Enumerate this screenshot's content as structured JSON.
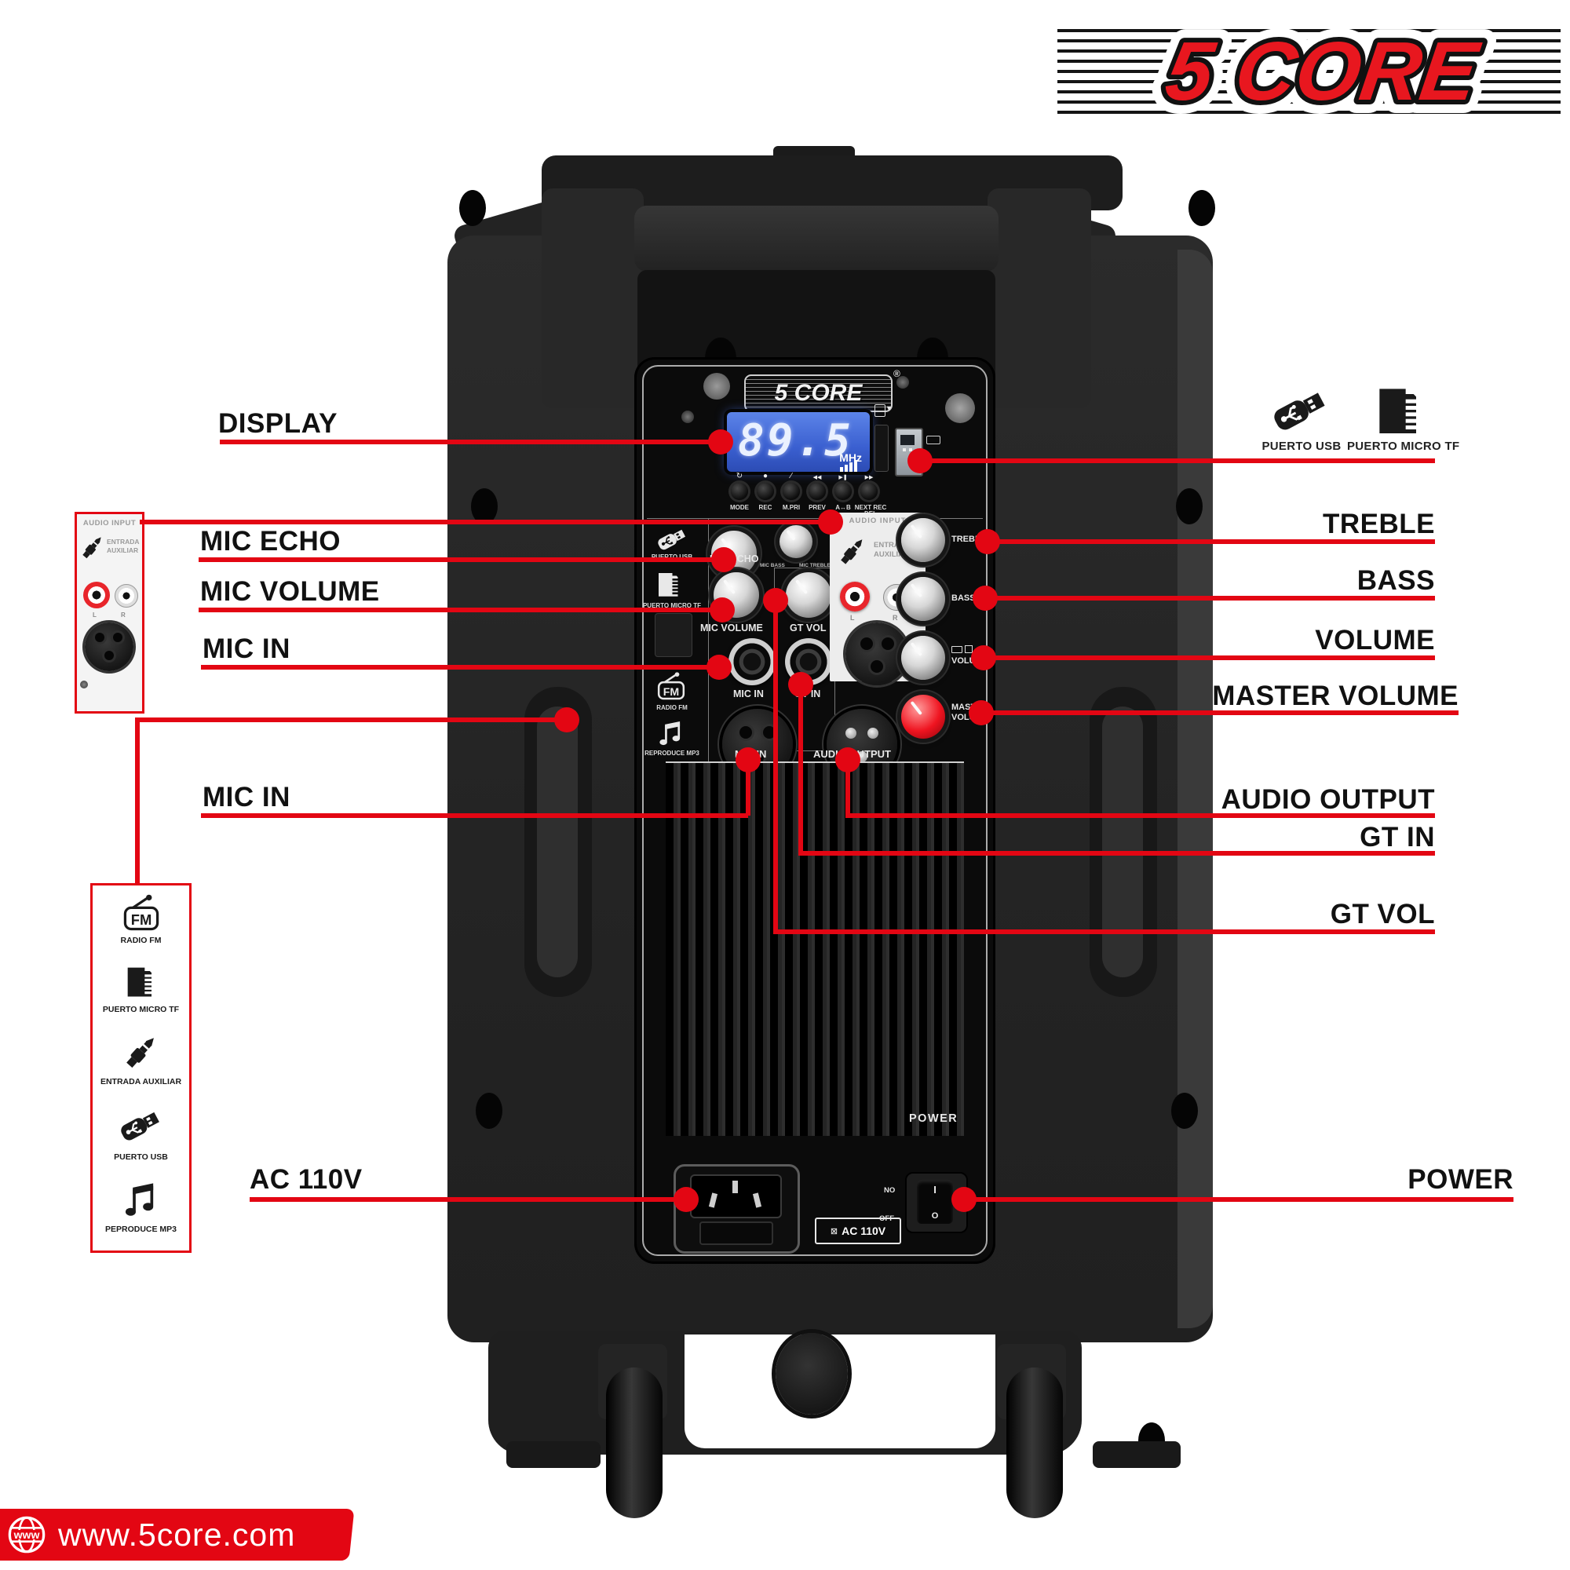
{
  "logo": {
    "text": "5 CORE"
  },
  "header_ports": {
    "usb": {
      "icon": "usb-drive-icon",
      "label": "PUERTO USB"
    },
    "micro_tf": {
      "icon": "micro-sd-icon",
      "label": "PUERTO MICRO TF"
    }
  },
  "callouts": {
    "display": "DISPLAY",
    "mic_echo": "MIC ECHO",
    "mic_volume": "MIC VOLUME",
    "mic_in_jack": "MIC IN",
    "mic_in_xlr": "MIC IN",
    "ac_110v": "AC 110V",
    "treble": "TREBLE",
    "bass": "BASS",
    "volume": "VOLUME",
    "master_volume": "MASTER VOLUME",
    "audio_output": "AUDIO OUTPUT",
    "gt_in": "GT IN",
    "gt_vol": "GT VOL",
    "power": "POWER"
  },
  "audio_input_box": {
    "title": "AUDIO INPUT",
    "aux_line1": "ENTRADA",
    "aux_line2": "AUXILIAR",
    "left": "L",
    "right": "R"
  },
  "fm_box": {
    "items": [
      {
        "icon": "fm-radio-icon",
        "label": "RADIO FM"
      },
      {
        "icon": "micro-sd-icon",
        "label": "PUERTO MICRO TF"
      },
      {
        "icon": "aux-plug-icon",
        "label": "ENTRADA AUXILIAR"
      },
      {
        "icon": "usb-drive-icon",
        "label": "PUERTO USB"
      },
      {
        "icon": "music-note-icon",
        "label": "PEPRODUCE MP3"
      }
    ]
  },
  "panel": {
    "brand": "5 CORE",
    "registered": "®",
    "display": {
      "value": "89.5",
      "unit": "MHz"
    },
    "buttons": [
      {
        "icon": "↻",
        "label": "MODE"
      },
      {
        "icon": "●",
        "label": "REC"
      },
      {
        "icon": "∕",
        "label": "M.PRI"
      },
      {
        "icon": "◀◀",
        "label": "PREV"
      },
      {
        "icon": "▶❚",
        "label": "A↔B"
      },
      {
        "icon": "▶▶",
        "label": "NEXT REC DEL"
      }
    ],
    "media_column": {
      "usb": "PUERTO USB",
      "micro_tf": "PUERTO MICRO TF",
      "fm": "RADIO FM",
      "mp3": "REPRODUCE MP3"
    },
    "mixer": {
      "mic_echo": "MIC ECHO",
      "mic_bass": "MIC BASS",
      "mic_treble": "MIC TREBLE",
      "mic_volume": "MIC VOLUME",
      "gt_vol": "GT VOL",
      "mic_in_jack": "MIC IN",
      "gt_in": "GT IN",
      "mic_in_xlr": "MIC IN",
      "audio_output": "AUDIO OUTPUT"
    },
    "aux_section": {
      "title": "AUDIO INPUT",
      "line1": "ENTRADA",
      "line2": "AUXILIAR",
      "left": "L",
      "right": "R"
    },
    "eq": {
      "treble": "TREBLE",
      "bass": "BASS",
      "volume": "VOLUME",
      "master_line1": "MASTER",
      "master_line2": "VOLUME"
    },
    "bottom": {
      "power": "POWER",
      "on": "NO",
      "off": "OFF",
      "rocker_on": "I",
      "rocker_off": "O",
      "ac_badge": "AC 110V"
    }
  },
  "banner": {
    "icon": "globe-www-icon",
    "text": "www.5core.com"
  },
  "colors": {
    "accent": "#e30613",
    "display_blue": "#3f66cf",
    "cabinet": "#262626"
  }
}
